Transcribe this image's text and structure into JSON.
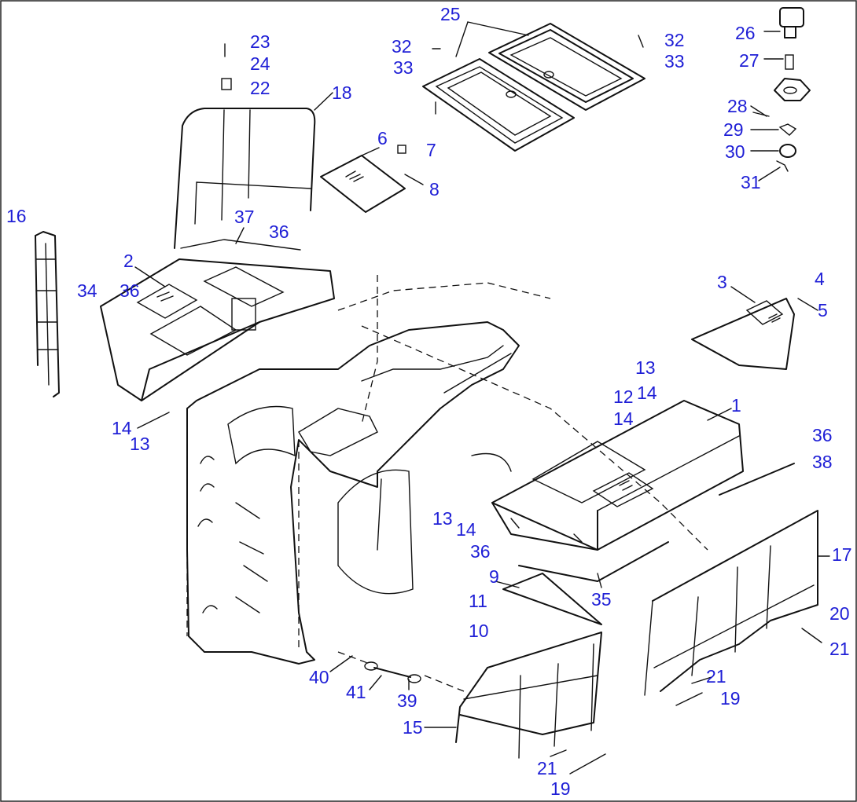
{
  "diagram": {
    "callouts": [
      {
        "id": "25",
        "text": "25"
      },
      {
        "id": "32a",
        "text": "32"
      },
      {
        "id": "33a",
        "text": "33"
      },
      {
        "id": "32b",
        "text": "32"
      },
      {
        "id": "33b",
        "text": "33"
      },
      {
        "id": "26",
        "text": "26"
      },
      {
        "id": "27",
        "text": "27"
      },
      {
        "id": "28",
        "text": "28"
      },
      {
        "id": "29",
        "text": "29"
      },
      {
        "id": "30",
        "text": "30"
      },
      {
        "id": "31",
        "text": "31"
      },
      {
        "id": "23",
        "text": "23"
      },
      {
        "id": "24",
        "text": "24"
      },
      {
        "id": "22",
        "text": "22"
      },
      {
        "id": "18",
        "text": "18"
      },
      {
        "id": "6",
        "text": "6"
      },
      {
        "id": "7",
        "text": "7"
      },
      {
        "id": "8",
        "text": "8"
      },
      {
        "id": "16",
        "text": "16"
      },
      {
        "id": "37",
        "text": "37"
      },
      {
        "id": "36a",
        "text": "36"
      },
      {
        "id": "2",
        "text": "2"
      },
      {
        "id": "34",
        "text": "34"
      },
      {
        "id": "36b",
        "text": "36"
      },
      {
        "id": "3",
        "text": "3"
      },
      {
        "id": "4",
        "text": "4"
      },
      {
        "id": "5",
        "text": "5"
      },
      {
        "id": "13a",
        "text": "13"
      },
      {
        "id": "14a",
        "text": "14"
      },
      {
        "id": "12",
        "text": "12"
      },
      {
        "id": "14b",
        "text": "14"
      },
      {
        "id": "1",
        "text": "1"
      },
      {
        "id": "36c",
        "text": "36"
      },
      {
        "id": "38",
        "text": "38"
      },
      {
        "id": "14c",
        "text": "14"
      },
      {
        "id": "13b",
        "text": "13"
      },
      {
        "id": "13c",
        "text": "13"
      },
      {
        "id": "14d",
        "text": "14"
      },
      {
        "id": "36d",
        "text": "36"
      },
      {
        "id": "9",
        "text": "9"
      },
      {
        "id": "35",
        "text": "35"
      },
      {
        "id": "11",
        "text": "11"
      },
      {
        "id": "10",
        "text": "10"
      },
      {
        "id": "17",
        "text": "17"
      },
      {
        "id": "20",
        "text": "20"
      },
      {
        "id": "21a",
        "text": "21"
      },
      {
        "id": "40",
        "text": "40"
      },
      {
        "id": "41",
        "text": "41"
      },
      {
        "id": "39",
        "text": "39"
      },
      {
        "id": "21b",
        "text": "21"
      },
      {
        "id": "19a",
        "text": "19"
      },
      {
        "id": "15",
        "text": "15"
      },
      {
        "id": "21c",
        "text": "21"
      },
      {
        "id": "19b",
        "text": "19"
      }
    ]
  }
}
